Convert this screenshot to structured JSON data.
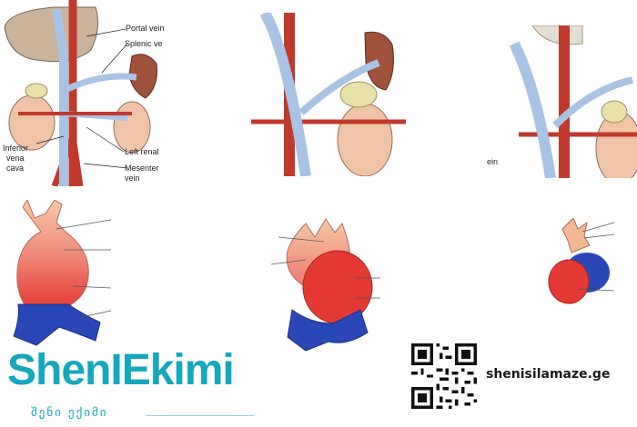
{
  "anatomy": {
    "labels": {
      "portal_vein": "Portal vein",
      "splenic_vein": "Splenic ve",
      "inferior": "Inferior",
      "vena": "vena",
      "cava": "cava",
      "left_renal": "Left renal",
      "mesenteric": "Mesenter",
      "vein": "vein",
      "vein_partial": "ein"
    }
  },
  "brand": {
    "logo_text": "ShenIEkimi",
    "logo_subtitle": "შენი ექიმი",
    "website": "shenisilamaze.ge"
  },
  "colors": {
    "brand": "#15a7bd",
    "vein": "#a9c3e6",
    "artery": "#c0392b",
    "liver": "#c9b39a",
    "kidney": "#f0c4a6",
    "aneurysm_red": "#e53935",
    "aneurysm_blue": "#2a47b8"
  }
}
